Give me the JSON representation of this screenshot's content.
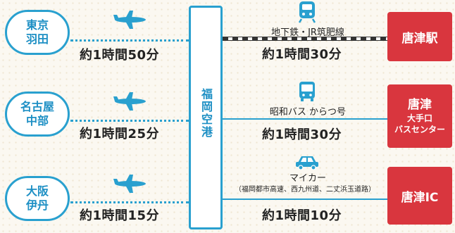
{
  "hub": {
    "label": "福岡空港"
  },
  "origins": [
    {
      "line1": "東京",
      "line2": "羽田",
      "time": "約1時間50分"
    },
    {
      "line1": "名古屋",
      "line2": "中部",
      "time": "約1時間25分"
    },
    {
      "line1": "大阪",
      "line2": "伊丹",
      "time": "約1時間15分"
    }
  ],
  "routes": [
    {
      "mode": "地下鉄・JR筑肥線",
      "mode_sub": "",
      "time": "約1時間30分",
      "icon": "train-icon"
    },
    {
      "mode": "昭和バス からつ号",
      "mode_sub": "",
      "time": "約1時間30分",
      "icon": "bus-icon"
    },
    {
      "mode": "マイカー",
      "mode_sub": "（福岡都市高速、西九州道、二丈浜玉道路）",
      "time": "約1時間10分",
      "icon": "car-icon"
    }
  ],
  "destinations": [
    {
      "line1": "唐津駅",
      "line2": "",
      "line3": ""
    },
    {
      "line1": "唐津",
      "line2": "大手口",
      "line3": "バスセンター"
    },
    {
      "line1": "唐津IC",
      "line2": "",
      "line3": ""
    }
  ],
  "colors": {
    "accent": "#29a0cf",
    "destination": "#d9363e",
    "text": "#222222"
  }
}
